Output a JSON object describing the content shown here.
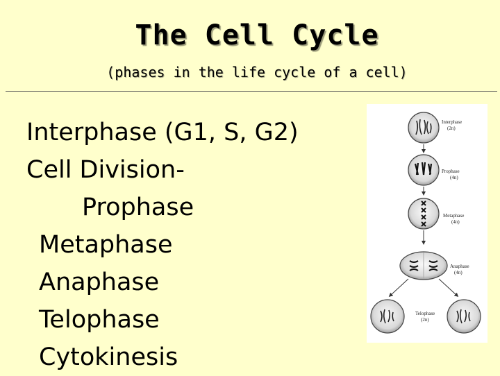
{
  "slide": {
    "title": "The Cell Cycle",
    "subtitle": "(phases in the life cycle of a cell)",
    "phases": [
      "Interphase (G1, S, G2)",
      "Cell Division-",
      "Prophase",
      "Metaphase",
      "Anaphase",
      "Telophase",
      "Cytokinesis"
    ]
  },
  "diagram": {
    "labels": [
      {
        "name": "Interphase",
        "ploidy": "(2n)"
      },
      {
        "name": "Prophase",
        "ploidy": "(4n)"
      },
      {
        "name": "Metaphase",
        "ploidy": "(4n)"
      },
      {
        "name": "Anaphase",
        "ploidy": "(4n)"
      },
      {
        "name": "Telophase",
        "ploidy": "(2n)"
      }
    ]
  },
  "colors": {
    "background": "#FFFFCC",
    "text": "#000000"
  }
}
